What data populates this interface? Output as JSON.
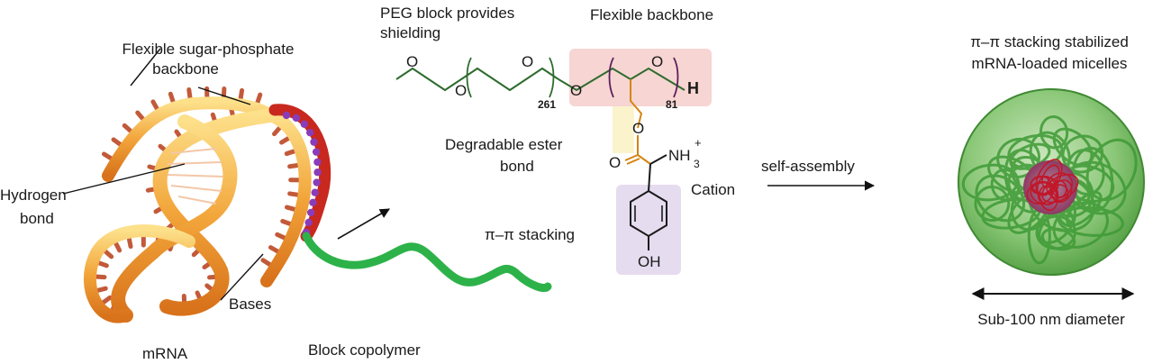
{
  "labels": {
    "backbone_l1": "Flexible sugar-phosphate",
    "backbone_l2": "backbone",
    "hbond_l1": "Hydrogen",
    "hbond_l2": "bond",
    "bases": "Bases",
    "mrna": "mRNA",
    "copolymer": "Block copolymer",
    "peg_l1": "PEG block provides",
    "peg_l2": "shielding",
    "flex_backbone": "Flexible backbone",
    "ester_l1": "Degradable ester",
    "ester_l2": "bond",
    "pistack": "π–π stacking",
    "cation": "Cation",
    "selfassembly": "self-assembly",
    "micelle_l1": "π–π stacking stabilized",
    "micelle_l2": "mRNA-loaded micelles",
    "diameter": "Sub-100 nm diameter"
  },
  "chem": {
    "O": "O",
    "H": "H",
    "NH": "NH",
    "three": "3",
    "plus": "+",
    "OH": "OH",
    "sub_peg_1": "261",
    "sub_backbone": "81"
  },
  "colors": {
    "peg_green": "#2e6b2e",
    "oxygen_purple": "#5c1f5c",
    "ester_orange": "#d4850f",
    "pink_box": "#f6d5d2",
    "yellow_box": "#fbf3cc",
    "lavender_box": "#e5dcef",
    "strand_orange": "#f0a030",
    "strand_red": "#c8281e",
    "polymer_green": "#2db24a",
    "micelle_green": "#5aa547",
    "core_purple": "#7a2a55"
  }
}
